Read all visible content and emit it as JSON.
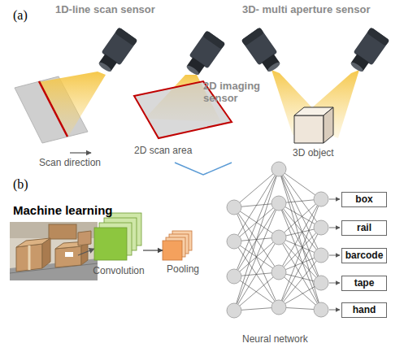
{
  "diagram": {
    "nodes": [
      {
        "text": [
          "Convolution"
        ]
      },
      {
        "text": [
          "Pooling"
        ]
      },
      {
        "text": [
          "box"
        ]
      },
      {
        "text": [
          "rail"
        ]
      },
      {
        "text": [
          "barcode"
        ]
      },
      {
        "text": [
          "tape"
        ]
      },
      {
        "text": [
          "hand"
        ]
      }
    ],
    "edges": [
      {
        "from": 0,
        "to": 1,
        "arrow": "to"
      }
    ],
    "labels": [
      "(a)",
      "1D-line scan sensor",
      "3D- multi aperture sensor",
      "2D imaging sensor",
      "Scan direction",
      "2D scan area",
      "3D object",
      "(b)",
      "Machine learning",
      "Neural network"
    ]
  }
}
